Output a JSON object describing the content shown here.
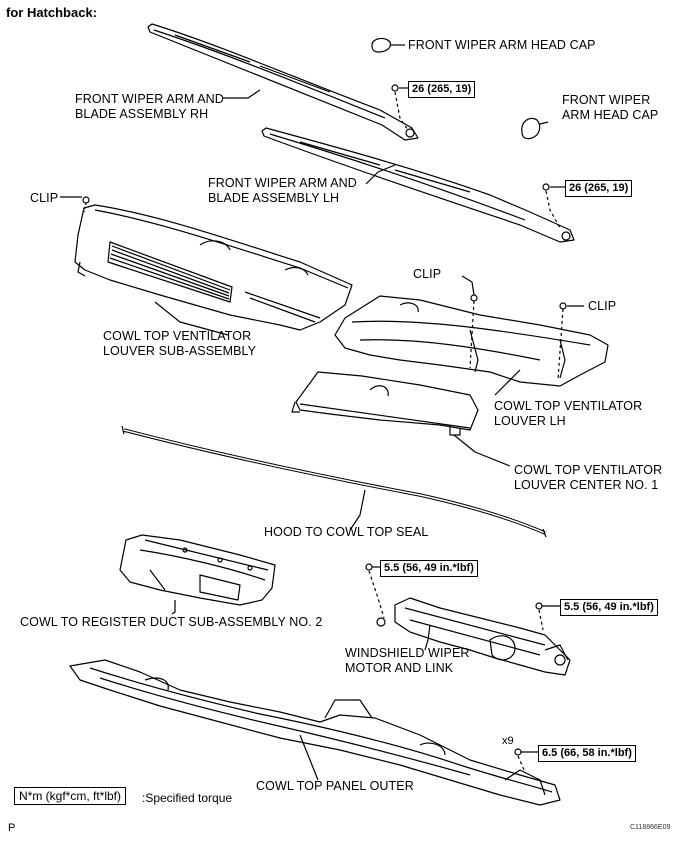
{
  "header": {
    "title": "for Hatchback:"
  },
  "labels": {
    "head_cap_1": "FRONT WIPER ARM HEAD CAP",
    "head_cap_2_l1": "FRONT WIPER",
    "head_cap_2_l2": "ARM HEAD CAP",
    "arm_rh_l1": "FRONT WIPER ARM AND",
    "arm_rh_l2": "BLADE ASSEMBLY RH",
    "arm_lh_l1": "FRONT WIPER ARM AND",
    "arm_lh_l2": "BLADE ASSEMBLY LH",
    "clip_1": "CLIP",
    "clip_2": "CLIP",
    "clip_3": "CLIP",
    "louver_sub_l1": "COWL TOP VENTILATOR",
    "louver_sub_l2": "LOUVER SUB-ASSEMBLY",
    "louver_lh_l1": "COWL TOP VENTILATOR",
    "louver_lh_l2": "LOUVER LH",
    "louver_center_l1": "COWL TOP VENTILATOR",
    "louver_center_l2": "LOUVER CENTER NO. 1",
    "hood_seal": "HOOD TO COWL TOP SEAL",
    "duct": "COWL TO REGISTER DUCT SUB-ASSEMBLY NO. 2",
    "wiper_motor_l1": "WINDSHIELD WIPER",
    "wiper_motor_l2": "MOTOR AND LINK",
    "panel_outer": "COWL TOP PANEL OUTER",
    "qty": "x9"
  },
  "torques": {
    "arm_rh": "26 (265, 19)",
    "arm_lh": "26 (265, 19)",
    "motor_1": "5.5 (56, 49 in.*lbf)",
    "motor_2": "5.5 (56, 49 in.*lbf)",
    "panel": "6.5 (66, 58 in.*lbf)"
  },
  "legend": {
    "box": "N*m (kgf*cm, ft*lbf)",
    "text": ":Specified torque"
  },
  "footer": {
    "page_mark": "P",
    "figure_id": "C118866E09"
  }
}
